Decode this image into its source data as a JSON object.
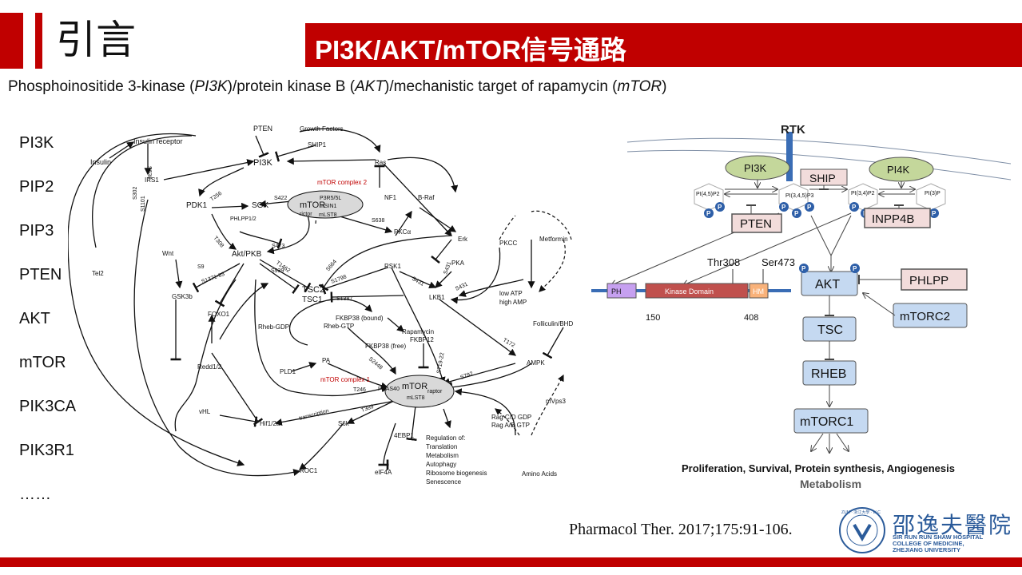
{
  "header": {
    "title_cn": "引言",
    "banner_title": "PI3K/AKT/mTOR信号通路"
  },
  "subtitle": {
    "part1": "Phosphoinositide 3-kinase (",
    "pi3k": "PI3K",
    "part2": ")/protein kinase B (",
    "akt": "AKT",
    "part3": ")/mechanistic target of rapamycin (",
    "mtor": "mTOR",
    "part4": ")"
  },
  "genes": [
    "PI3K",
    "PIP2",
    "PIP3",
    "PTEN",
    "AKT",
    "mTOR",
    "PIK3CA",
    "PIK3R1",
    "……"
  ],
  "left_figure": {
    "nodes": {
      "pten": "PTEN",
      "growth_factors": "Growth Factors",
      "insulin_receptor": "Insulin receptor",
      "insulin": "Insulin",
      "ship1": "SHIP1",
      "pi3k": "PI3K",
      "ras": "Ras",
      "irs1": "IRS1",
      "nf1": "NF1",
      "braf": "B-Raf",
      "pdk1": "PDK1",
      "sgk": "SGK",
      "mtorc2_label": "mTOR complex 2",
      "mtorc2_core": "mTOR",
      "mtorc2_p3r5": "P3R5/5L",
      "mtorc2_msin1": "mSIN1",
      "mtorc2_rictor": "rictor",
      "mtorc2_mlst8": "mLST8",
      "phlpp": "PHLPP1/2",
      "akt_pkb": "Akt/PKB",
      "pkca": "PKCα",
      "erk": "Erk",
      "pkcc": "PKCC",
      "metformin": "Metformin",
      "wnt": "Wnt",
      "tel2": "Tel2",
      "gsk3b": "GSK3b",
      "foxo1": "FOXO1",
      "tsc2": "TSC2",
      "tsc1": "TSC1",
      "rsk1": "RSK1",
      "pka": "PKA",
      "lkb1": "LKB1",
      "low_atp": "low ATP",
      "high_amp": "high AMP",
      "rheb_gdp": "Rheb-GDP",
      "rheb_gtp": "Rheb-GTP",
      "fkbp38_bound": "FKBP38 (bound)",
      "fkbp38_free": "FKBP38 (free)",
      "rapamycin": "Rapamycin",
      "fkbp12": "FKBP12",
      "folliculin": "Folliculin/BHD",
      "ampk": "AMPK",
      "redd": "Redd1/2",
      "pld1": "PLD1",
      "pa": "PA",
      "mtorc1_label": "mTOR complex 1",
      "mtorc1_core": "mTOR",
      "mtorc1_pras40": "PRAS40",
      "mtorc1_raptor": "raptor",
      "mtorc1_mlst8": "mLST8",
      "vhl": "vHL",
      "hif1": "Hif1/2a",
      "transcription": "transcription",
      "s6k": "S6k",
      "ebp1": "4EBP1",
      "rag1": "Rag C/D GDP",
      "rag2": "Rag A/B GTP",
      "mvps3": "mVps3",
      "roc1": "ROC1",
      "eif4a": "eIF4A",
      "amino_acids": "Amino Acids",
      "reg_title": "Regulation of:",
      "reg_1": "Translation",
      "reg_2": "Metabolism",
      "reg_3": "Autophagy",
      "reg_4": "Ribosome biogenesis",
      "reg_5": "Senescence"
    },
    "sites": {
      "s636": "S636",
      "s302": "S302",
      "s1101": "S1101",
      "t256": "T256",
      "s422": "S422",
      "s638": "S638",
      "t308": "T308",
      "s473": "S473",
      "s9": "S9",
      "s1371": "S1371-83",
      "t1462": "T1462",
      "s939": "S939",
      "s664": "S664",
      "s1798": "S1798",
      "s1387": "S1387",
      "s431a": "S431",
      "s431b": "S431",
      "s431c": "S431",
      "t172": "T172",
      "s2448": "S2448",
      "s719": "S719-22",
      "s792": "S792",
      "t246": "T246",
      "t389": "T389"
    }
  },
  "right_figure": {
    "rtk": "RTK",
    "pi3k": "PI3K",
    "ship": "SHIP",
    "pi4k": "PI4K",
    "pi45p2": "PI(4,5)P2",
    "pi345p3": "PI(3,4,5)P3",
    "pi34p2": "PI(3,4)P2",
    "pi3p": "PI(3)P",
    "phos": "P",
    "pten": "PTEN",
    "inpp4b": "INPP4B",
    "thr308": "Thr308",
    "ser473": "Ser473",
    "akt": "AKT",
    "phlpp": "PHLPP",
    "ph": "PH",
    "kinase_domain": "Kinase Domain",
    "hm": "HM",
    "pos150": "150",
    "pos408": "408",
    "mtorc2": "mTORC2",
    "tsc": "TSC",
    "rheb": "RHEB",
    "mtorc1": "mTORC1",
    "outcome1": "Proliferation,  Survival, Protein synthesis, Angiogenesis",
    "outcome2": "Metabolism"
  },
  "citation": "Pharmacol Ther. 2017;175:91-106.",
  "logo": {
    "name_cn": "邵逸夫醫院",
    "en1": "SIR RUN RUN SHAW HOSPITAL",
    "en2": "COLLEGE OF MEDICINE,",
    "en3": "ZHEJIANG UNIVERSITY",
    "seal_text": "ZUM · 浙江大學 · LLC"
  },
  "colors": {
    "brand_red": "#c00000",
    "node_blue": "#c5d9f1",
    "node_pink": "#f2dcdb",
    "pi3k_green": "#c4d79b",
    "rtk_blue": "#3a6db5",
    "phos_blue": "#2e5fa8",
    "kinase_red": "#c0504d",
    "ph_purple": "#c6a0f0",
    "hm_orange": "#f9b27a",
    "logo_blue": "#2b5b9a"
  }
}
